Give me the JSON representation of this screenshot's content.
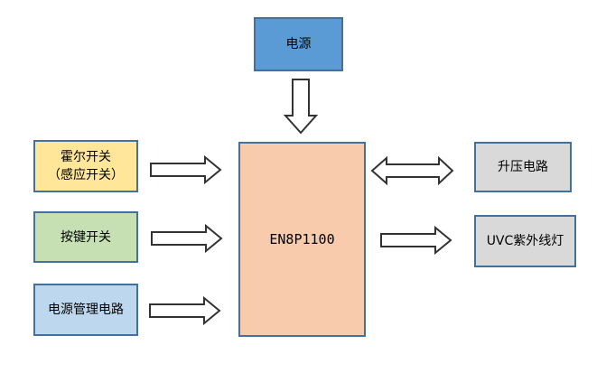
{
  "diagram": {
    "styles": {
      "background": "#FFFFFF",
      "box_border": "#41719C",
      "arrow_fill": "#FFFFFF",
      "arrow_stroke": "#333333",
      "text_color": "#000000",
      "fill_power": "#5B9BD5",
      "fill_hall": "#FFE699",
      "fill_button": "#C6E0B4",
      "fill_power_mgmt": "#BDD7EE",
      "fill_mcu": "#F8CBAD",
      "fill_boost": "#D9D9D9",
      "fill_uvc": "#D9D9D9"
    },
    "nodes": {
      "power": {
        "label": "电源"
      },
      "hall": {
        "line1": "霍尔开关",
        "line2": "（感应开关）"
      },
      "button": {
        "label": "按键开关"
      },
      "power_mgmt": {
        "label": "电源管理电路"
      },
      "mcu": {
        "label": "EN8P1100"
      },
      "boost": {
        "label": "升压电路"
      },
      "uvc": {
        "label": "UVC紫外线灯"
      }
    },
    "connections": [
      {
        "from": "电源",
        "to": "EN8P1100",
        "type": "down-arrow"
      },
      {
        "from": "霍尔开关（感应开关）",
        "to": "EN8P1100",
        "type": "right-arrow"
      },
      {
        "from": "按键开关",
        "to": "EN8P1100",
        "type": "right-arrow"
      },
      {
        "from": "电源管理电路",
        "to": "EN8P1100",
        "type": "right-arrow"
      },
      {
        "from": "EN8P1100",
        "to": "升压电路",
        "type": "double-arrow"
      },
      {
        "from": "EN8P1100",
        "to": "UVC紫外线灯",
        "type": "right-arrow"
      }
    ]
  }
}
